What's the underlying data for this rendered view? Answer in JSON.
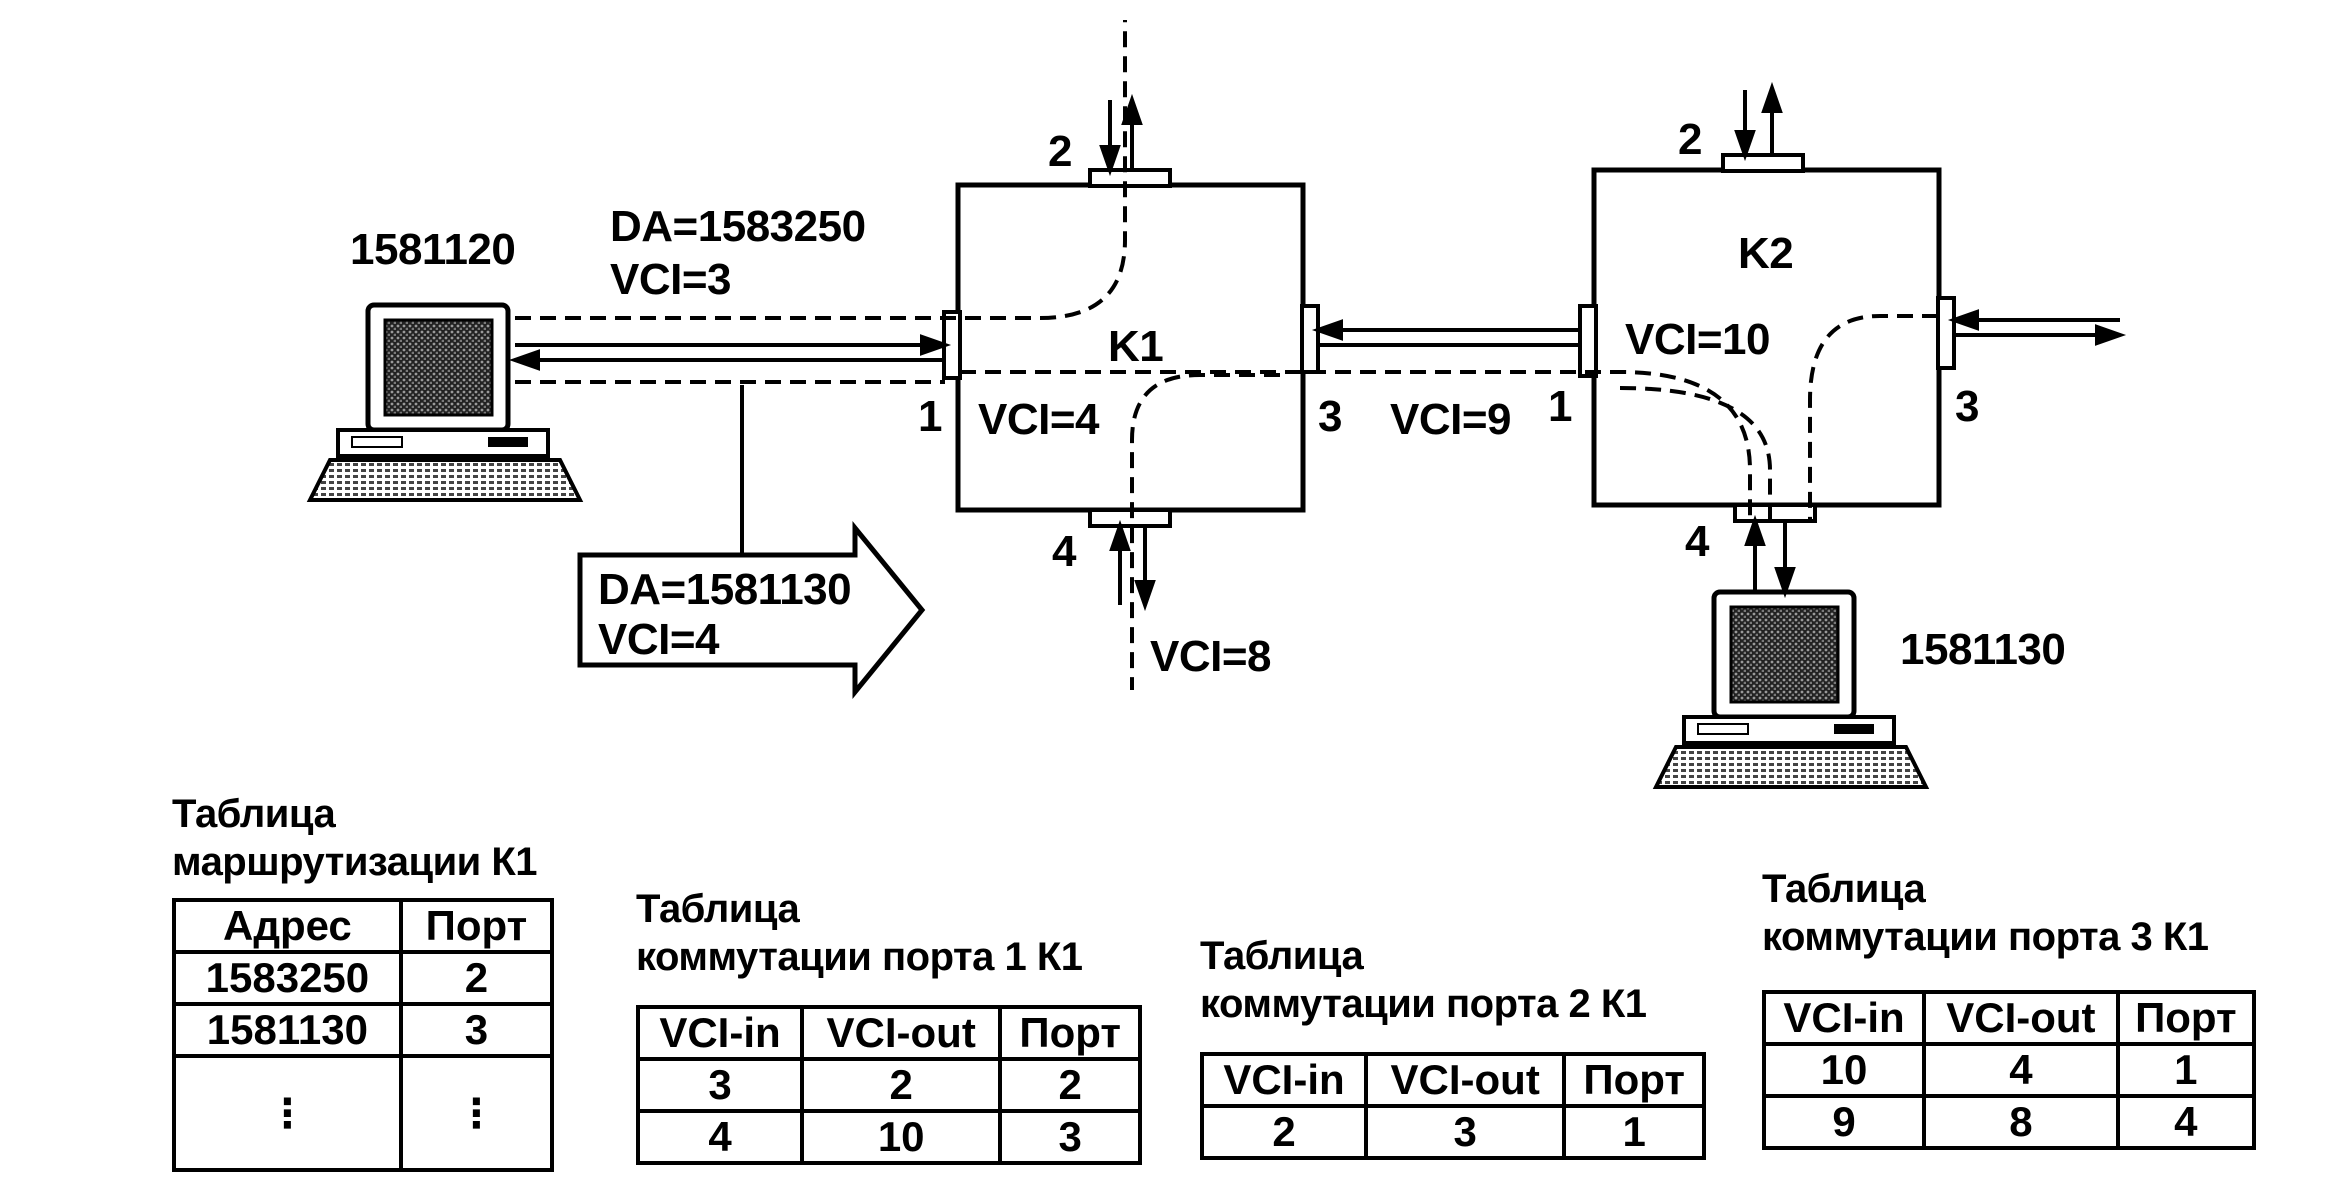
{
  "computers": {
    "left_address": "1581120",
    "right_address": "1581130"
  },
  "switches": {
    "k1": {
      "name": "K1",
      "vci_in_port1": "VCI=4",
      "port_labels": {
        "p1": "1",
        "p2": "2",
        "p3": "3",
        "p4": "4"
      }
    },
    "k2": {
      "name": "K2",
      "vci_label": "VCI=10",
      "port_labels": {
        "p1": "1",
        "p2": "2",
        "p3": "3",
        "p4": "4"
      }
    }
  },
  "link_labels": {
    "da_top": "DA=1583250",
    "vci_top": "VCI=3",
    "vci_between": "VCI=9",
    "vci_bottom": "VCI=8"
  },
  "packet_arrow": {
    "da": "DA=1581130",
    "vci": "VCI=4"
  },
  "tables": {
    "routing": {
      "caption_line1": "Таблица",
      "caption_line2": "маршрутизации К1",
      "headers": [
        "Адрес",
        "Порт"
      ],
      "rows": [
        [
          "1583250",
          "2"
        ],
        [
          "1581130",
          "3"
        ]
      ],
      "ellipsis": "⋮"
    },
    "port1": {
      "caption_line1": "Таблица",
      "caption_line2": "коммутации порта 1 К1",
      "headers": [
        "VCI-in",
        "VCI-out",
        "Порт"
      ],
      "rows": [
        [
          "3",
          "2",
          "2"
        ],
        [
          "4",
          "10",
          "3"
        ]
      ]
    },
    "port2": {
      "caption_line1": "Таблица",
      "caption_line2": "коммутации порта 2 К1",
      "headers": [
        "VCI-in",
        "VCI-out",
        "Порт"
      ],
      "rows": [
        [
          "2",
          "3",
          "1"
        ]
      ]
    },
    "port3": {
      "caption_line1": "Таблица",
      "caption_line2": "коммутации порта 3 К1",
      "headers": [
        "VCI-in",
        "VCI-out",
        "Порт"
      ],
      "rows": [
        [
          "10",
          "4",
          "1"
        ],
        [
          "9",
          "8",
          "4"
        ]
      ]
    }
  }
}
